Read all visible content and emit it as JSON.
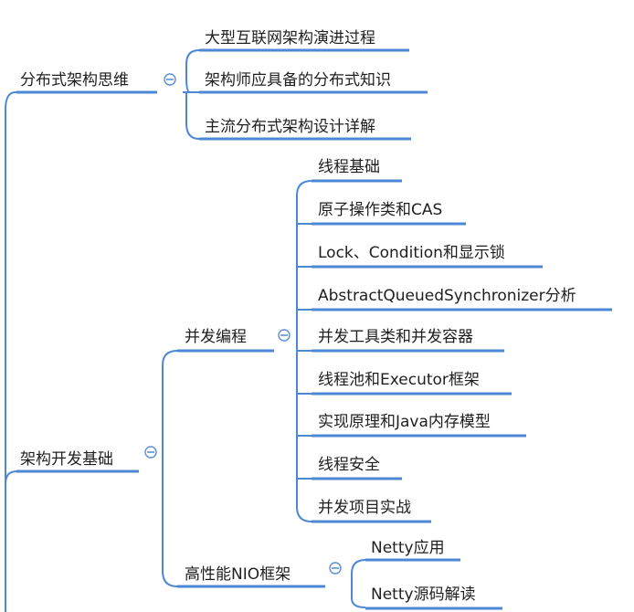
{
  "mindmap": {
    "branches": [
      {
        "label": "分布式架构思维",
        "collapse_icon": "minus-circle-icon",
        "children": [
          {
            "label": "大型互联网架构演进过程"
          },
          {
            "label": "架构师应具备的分布式知识"
          },
          {
            "label": "主流分布式架构设计详解"
          }
        ]
      },
      {
        "label": "架构开发基础",
        "collapse_icon": "minus-circle-icon",
        "children": [
          {
            "label": "并发编程",
            "collapse_icon": "minus-circle-icon",
            "children": [
              {
                "label": "线程基础"
              },
              {
                "label": "原子操作类和CAS"
              },
              {
                "label": "Lock、Condition和显示锁"
              },
              {
                "label": "AbstractQueuedSynchronizer分析"
              },
              {
                "label": "并发工具类和并发容器"
              },
              {
                "label": "线程池和Executor框架"
              },
              {
                "label": "实现原理和Java内存模型"
              },
              {
                "label": "线程安全"
              },
              {
                "label": "并发项目实战"
              }
            ]
          },
          {
            "label": "高性能NIO框架",
            "collapse_icon": "minus-circle-icon",
            "children": [
              {
                "label": "Netty应用"
              },
              {
                "label": "Netty源码解读"
              }
            ]
          }
        ]
      }
    ]
  },
  "colors": {
    "connector": "#4c88d6",
    "toggle": "#5b8fd9",
    "text": "#1f1f1f",
    "background": "#ffffff"
  }
}
